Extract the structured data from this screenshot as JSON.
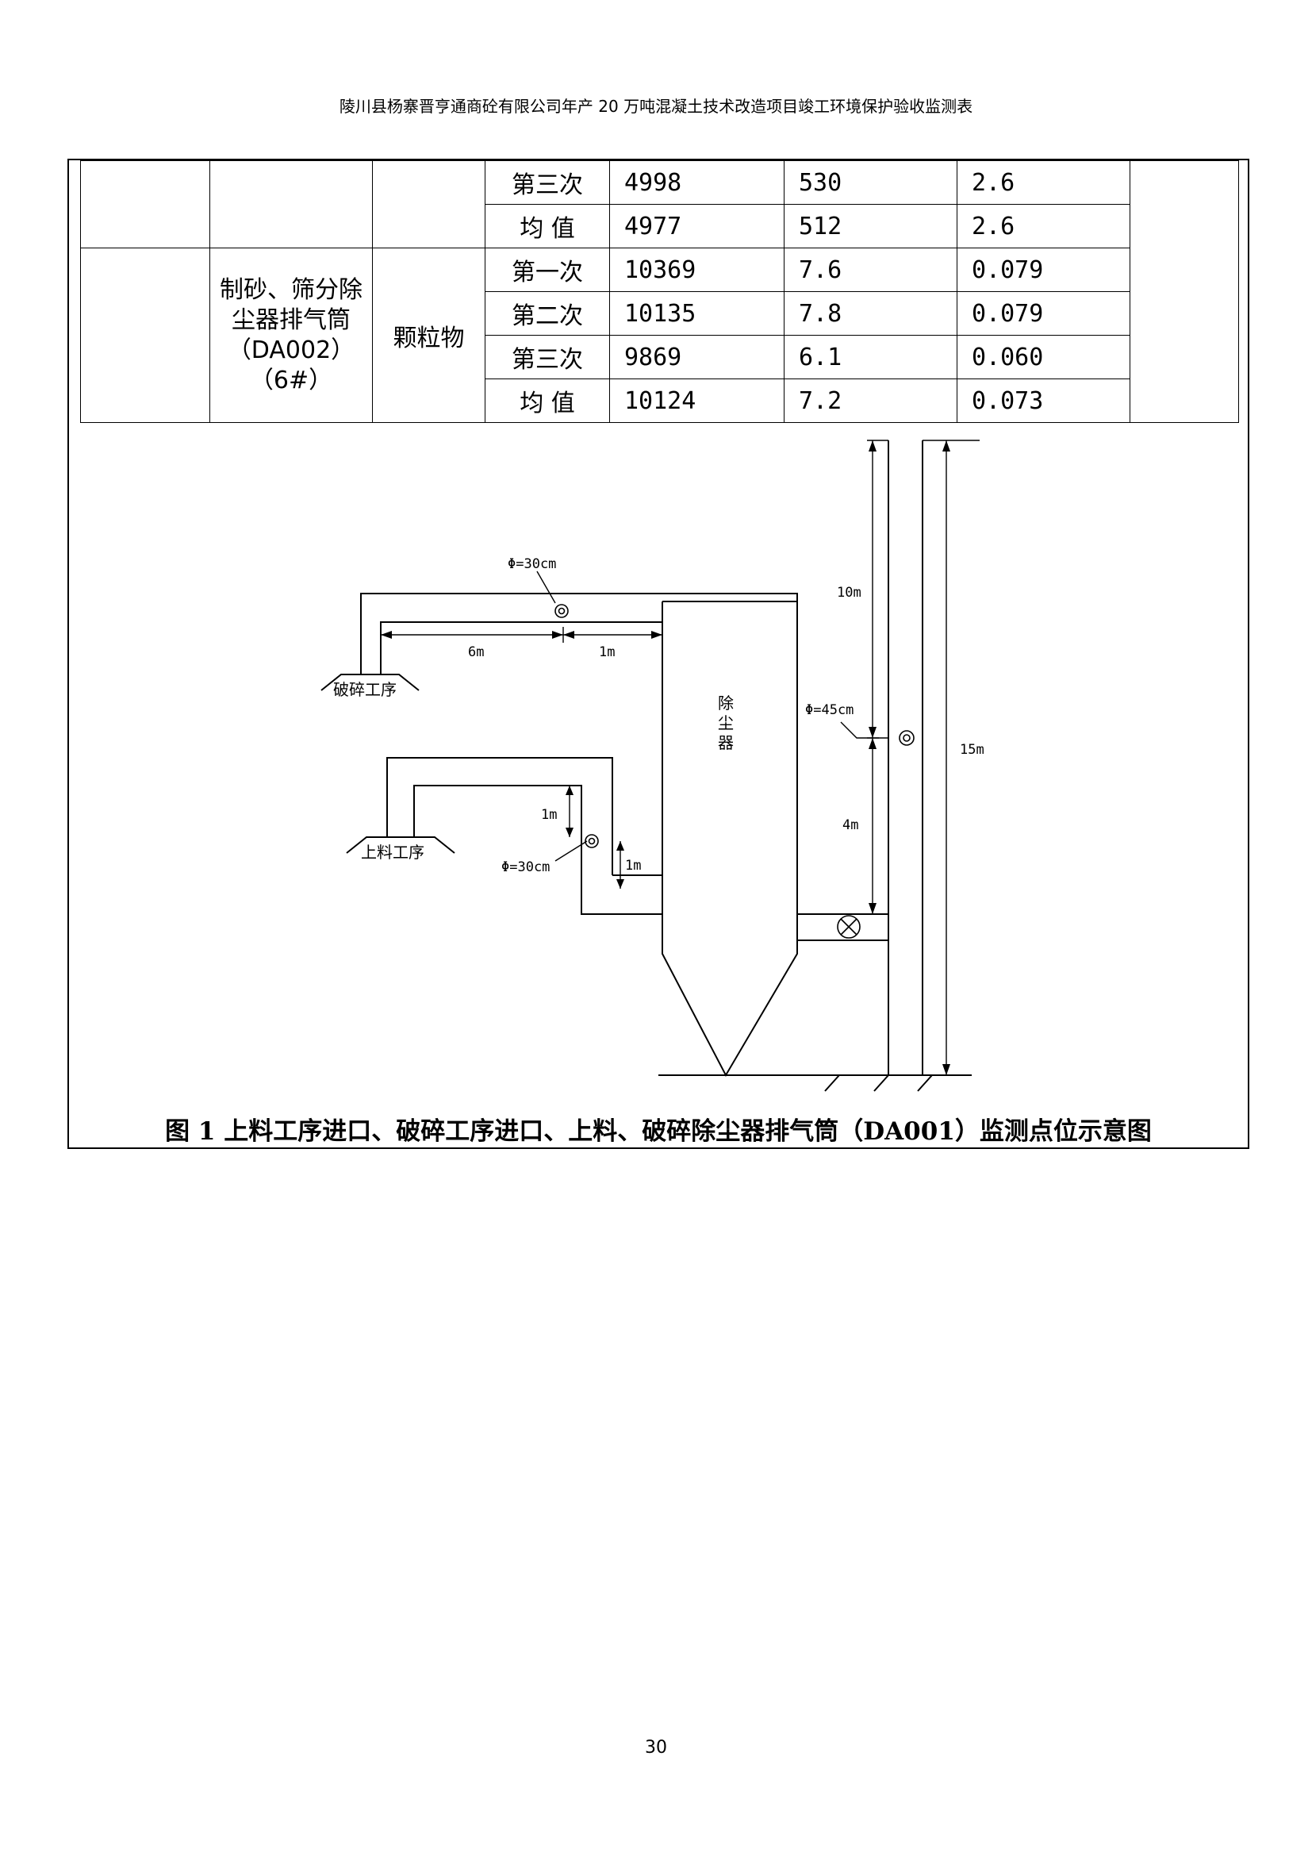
{
  "header": {
    "title": "陵川县杨寨晋亨通商砼有限公司年产 20 万吨混凝土技术改造项目竣工环境保护验收监测表"
  },
  "table": {
    "continued_rows": [
      {
        "stage": "第三次",
        "v1": "4998",
        "v2": "530",
        "v3": "2.6"
      },
      {
        "stage": "均 值",
        "v1": "4977",
        "v2": "512",
        "v3": "2.6"
      }
    ],
    "group": {
      "source_lines": [
        "制砂、筛分除",
        "尘器排气筒",
        "（DA002）",
        "（6#）"
      ],
      "pollutant": "颗粒物",
      "rows": [
        {
          "stage": "第一次",
          "v1": "10369",
          "v2": "7.6",
          "v3": "0.079"
        },
        {
          "stage": "第二次",
          "v1": "10135",
          "v2": "7.8",
          "v3": "0.079"
        },
        {
          "stage": "第三次",
          "v1": "9869",
          "v2": "6.1",
          "v3": "0.060"
        },
        {
          "stage": "均 值",
          "v1": "10124",
          "v2": "7.2",
          "v3": "0.073"
        }
      ]
    }
  },
  "diagram": {
    "top_diameter": "Φ=30cm",
    "dim_6m": "6m",
    "dim_1m_top": "1m",
    "crushing_label": "破碎工序",
    "collector_label": [
      "除",
      "尘",
      "器"
    ],
    "stack_diameter": "Φ=45cm",
    "dim_10m": "10m",
    "dim_15m": "15m",
    "dim_4m": "4m",
    "dim_1m_a": "1m",
    "dim_1m_b": "1m",
    "feeding_label": "上料工序",
    "bottom_diameter": "Φ=30cm"
  },
  "caption": "图 1 上料工序进口、破碎工序进口、上料、破碎除尘器排气筒（DA001）监测点位示意图",
  "page_number": "30"
}
